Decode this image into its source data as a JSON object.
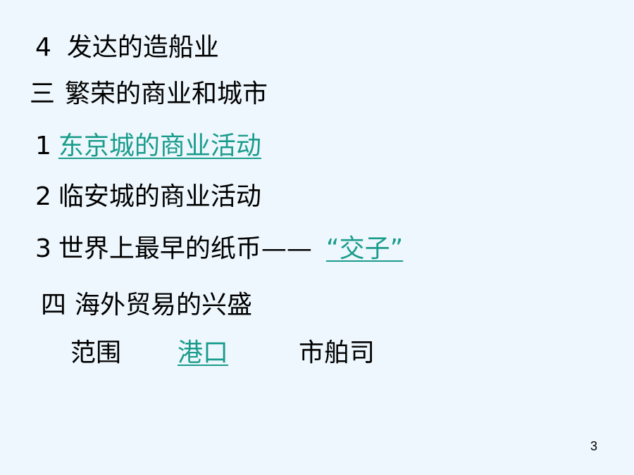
{
  "slide": {
    "line1": {
      "num": "4",
      "text": "发达的造船业"
    },
    "line2": {
      "num": "三",
      "text": "繁荣的商业和城市"
    },
    "line3": {
      "num": "1",
      "link": "东京城的商业活动"
    },
    "line4": {
      "num": "2",
      "text": "临安城的商业活动"
    },
    "line5": {
      "num": "3",
      "text": "世界上最早的纸币——",
      "link": "“交子”"
    },
    "line6": {
      "num": "四",
      "text": "海外贸易的兴盛"
    },
    "line7": {
      "item1": "范围",
      "item2_link": "港口",
      "item3": "市舶司"
    },
    "page_number": "3"
  },
  "colors": {
    "background": "#eef7fd",
    "link": "#1a9c8c",
    "text": "#000000"
  }
}
